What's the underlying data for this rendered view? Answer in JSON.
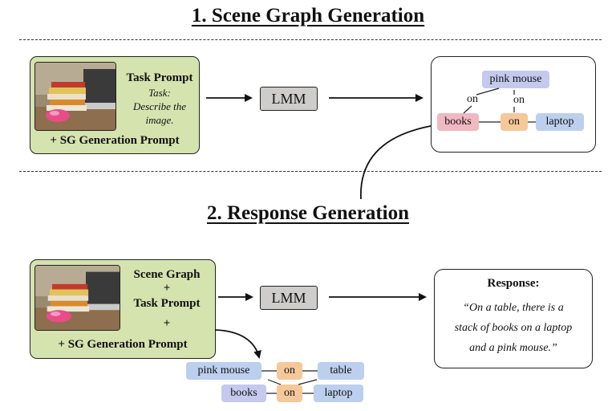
{
  "section1": {
    "title": "1. Scene Graph Generation",
    "task_prompt_label": "Task Prompt",
    "task_text": [
      "Task:",
      "Describe the",
      "image."
    ],
    "sg_prompt_label": "+ SG Generation Prompt",
    "lmm_label": "LMM",
    "graph": {
      "nodes": {
        "pink_mouse": "pink mouse",
        "books": "books",
        "on_mid": "on",
        "laptop": "laptop"
      },
      "edges": {
        "left_on": "on",
        "right_on": "on"
      }
    }
  },
  "section2": {
    "title": "2. Response Generation",
    "prompt_lines": [
      "Scene Graph",
      "+",
      "Task Prompt",
      "+",
      "+ SG Generation Prompt"
    ],
    "lmm_label": "LMM",
    "response_title": "Response:",
    "response_lines": [
      "“On a table, there is a",
      "stack of books on a laptop",
      "and a pink mouse.”"
    ],
    "graph": {
      "row1": [
        "pink mouse",
        "on",
        "table"
      ],
      "row2": [
        "books",
        "on",
        "laptop"
      ]
    }
  },
  "colors": {
    "green_box": "#d5e3ae",
    "lmm_box": "#cfcccc",
    "node_blue": "#bccfee",
    "node_lavender": "#c5c9ee",
    "node_pink": "#f0b8c0",
    "node_orange": "#f5c89a"
  },
  "icons": [
    "photo-books-laptop-mouse",
    "arrow-right-icon",
    "curved-arrow-icon"
  ]
}
